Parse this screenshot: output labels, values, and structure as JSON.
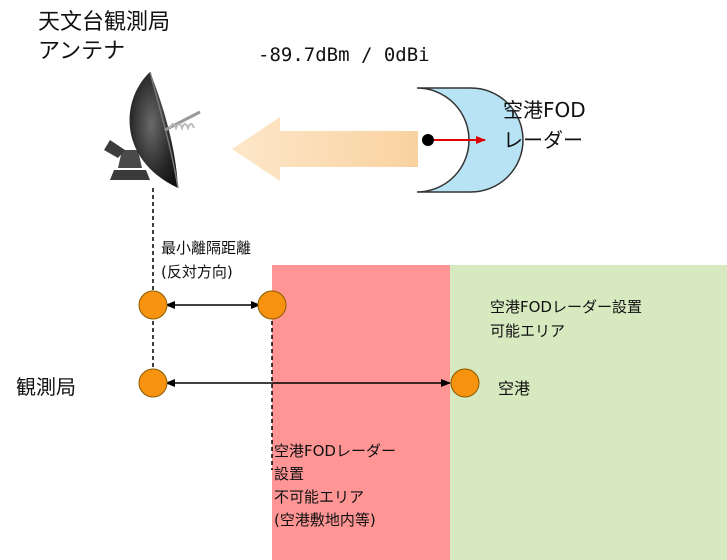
{
  "antenna": {
    "label_line1": "天文台観測局",
    "label_line2": "アンテナ"
  },
  "signal": {
    "power_text": "-89.7dBm / 0dBi"
  },
  "radar": {
    "label_line1": "空港FOD",
    "label_line2": "レーダー"
  },
  "min_distance": {
    "label_line1": "最小離隔距離",
    "label_line2": "(反対方向)"
  },
  "zones": {
    "allowed": {
      "label_line1": "空港FODレーダー設置",
      "label_line2": "可能エリア",
      "color": "#d6e9bf"
    },
    "prohibited": {
      "label_line1": "空港FODレーダー",
      "label_line2": "設置",
      "label_line3": "不可能エリア",
      "label_line4": "(空港敷地内等)",
      "color": "#ff9595"
    }
  },
  "points": {
    "observatory_label": "観測局",
    "airport_label": "空港",
    "marker_color": "#f7930e"
  },
  "icons": {
    "antenna": "parabolic-dish-icon",
    "radar": "radar-sector-icon",
    "signal_arrow": "wide-left-arrow-icon"
  }
}
